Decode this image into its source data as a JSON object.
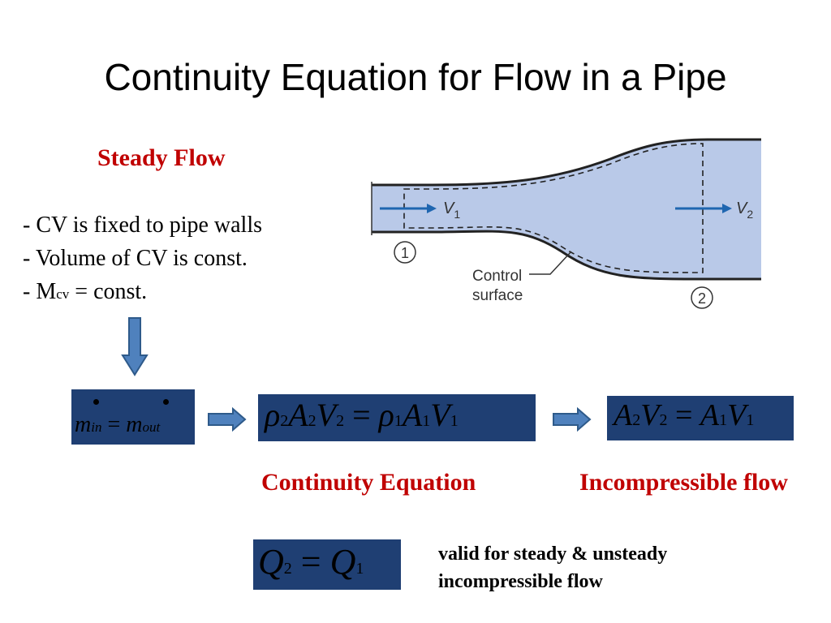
{
  "slide": {
    "title": "Continuity Equation for Flow in a Pipe",
    "heading": "Steady Flow",
    "bullets": [
      "- CV is fixed to pipe walls",
      "- Volume of CV is const."
    ],
    "mcv": {
      "prefix": "- M",
      "sub": "cv",
      "suffix": " = const."
    },
    "continuity_label": "Continuity Equation",
    "incompressible_label": "Incompressible flow",
    "valid_note": [
      "valid for steady & unsteady",
      "incompressible flow"
    ]
  },
  "equations": {
    "mass": {
      "lhs": "m",
      "lhs_sub": "in",
      "op": " = ",
      "rhs": "m",
      "rhs_sub": "out"
    },
    "continuity": {
      "rho": "ρ",
      "a": "A",
      "v": "V",
      "two": "2",
      "one": "1",
      "op": " = "
    },
    "incompressible": {
      "a": "A",
      "v": "V",
      "two": "2",
      "one": "1",
      "op": " = "
    },
    "flowrate": {
      "q": "Q",
      "two": "2",
      "one": "1",
      "op": " = "
    }
  },
  "diagram": {
    "v1": "V",
    "v1_sub": "1",
    "v2": "V",
    "v2_sub": "2",
    "station1": "1",
    "station2": "2",
    "control_label_1": "Control",
    "control_label_2": "surface",
    "colors": {
      "fluid": "#b9c9e8",
      "arrow": "#1f66b0",
      "wall": "#222222"
    }
  },
  "colors": {
    "accent_red": "#c00000",
    "eq_box": "#1f3f73",
    "flow_arrow": "#4f81bd"
  }
}
